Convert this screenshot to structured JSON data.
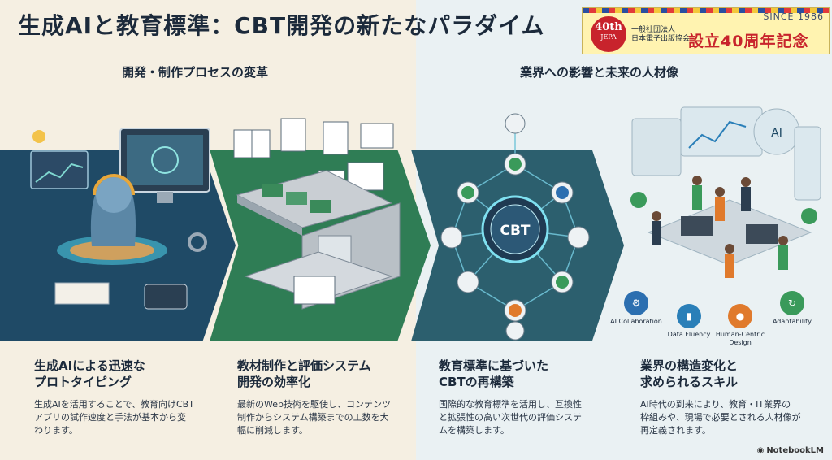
{
  "header": {
    "title": "生成AIと教育標準：CBT開発の新たなパラダイム"
  },
  "badge": {
    "since": "SINCE 1986",
    "seal_number": "40th",
    "seal_label": "JEPA",
    "org_line1": "一般社団法人",
    "org_line2": "日本電子出版協会",
    "anniversary": "設立40周年記念"
  },
  "sections": {
    "left_heading": "開発・制作プロセスの変革",
    "right_heading": "業界への影響と未来の人材像"
  },
  "illustration": {
    "hub_label": "CBT",
    "skills": [
      {
        "label": "AI Collaboration",
        "color": "#2c6fb0",
        "icon": "ai-chip-icon"
      },
      {
        "label": "Data Fluency",
        "color": "#2a7fb8",
        "icon": "bar-chart-icon"
      },
      {
        "label": "Human-Centric Design",
        "color": "#e07a2c",
        "icon": "people-icon"
      },
      {
        "label": "Adaptability",
        "color": "#3a9a5a",
        "icon": "adapt-icon"
      }
    ]
  },
  "cards": [
    {
      "title_line1": "生成AIによる迅速な",
      "title_line2": "プロトタイピング",
      "body_line1": "生成AIを活用することで、教育向けCBT",
      "body_line2": "アプリの試作速度と手法が基本から変",
      "body_line3": "わります。"
    },
    {
      "title_line1": "教材制作と評価システム",
      "title_line2": "開発の効率化",
      "body_line1": "最新のWeb技術を駆使し、コンテンツ",
      "body_line2": "制作からシステム構築までの工数を大",
      "body_line3": "幅に削減します。"
    },
    {
      "title_line1": "教育標準に基づいた",
      "title_line2": "CBTの再構築",
      "body_line1": "国際的な教育標準を活用し、互換性",
      "body_line2": "と拡張性の高い次世代の評価システ",
      "body_line3": "ムを構築します。"
    },
    {
      "title_line1": "業界の構造変化と",
      "title_line2": "求められるスキル",
      "body_line1": "AI時代の到来により、教育・IT業界の",
      "body_line2": "枠組みや、現場で必要とされる人材像が",
      "body_line3": "再定義されます。"
    }
  ],
  "footer": {
    "watermark": "NotebookLM"
  },
  "colors": {
    "blue_band": "#1f4a66",
    "green_band": "#2f7d55",
    "teal_band": "#2c5f6e",
    "accent_red": "#c8232c"
  }
}
